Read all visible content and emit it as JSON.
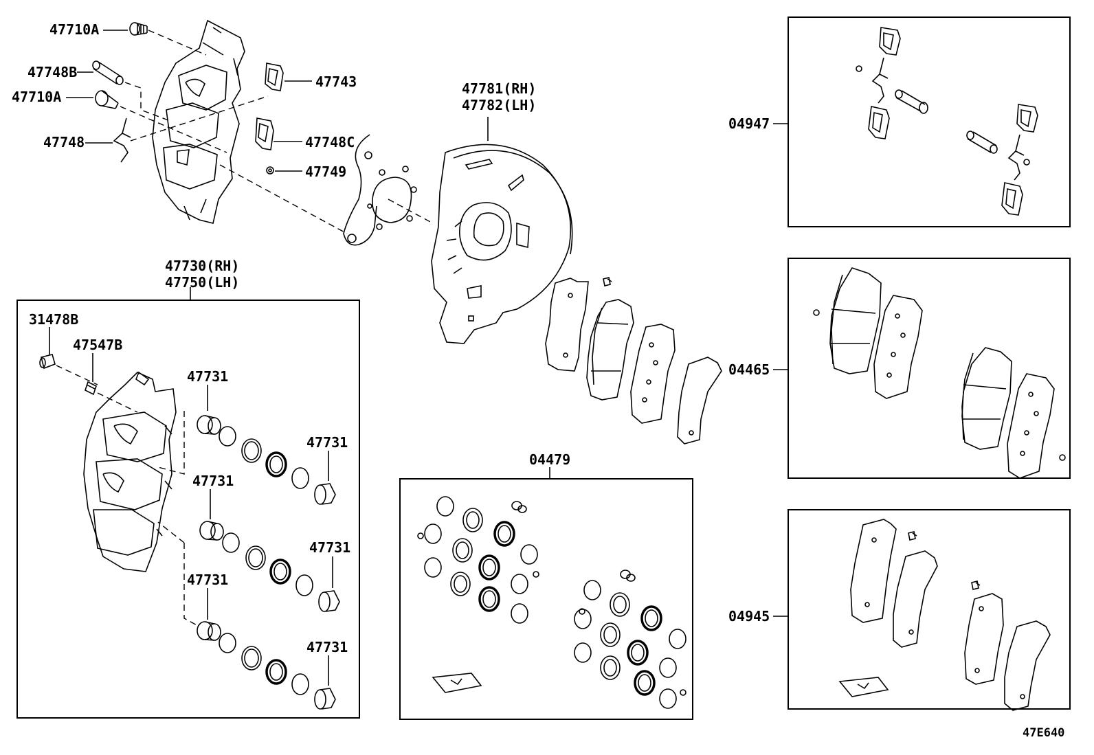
{
  "labels": {
    "bolt_top": "47710A",
    "pin": "47748B",
    "bolt_mid": "47710A",
    "clip": "47748",
    "spring_top": "47743",
    "spring_mid": "47748C",
    "nut": "47749",
    "shield_rh": "47781(RH)",
    "shield_lh": "47782(LH)",
    "caliper_rh": "47730(RH)",
    "caliper_lh": "47750(LH)",
    "cap": "31478B",
    "bleeder": "47547B",
    "piston_1": "47731",
    "piston_2": "47731",
    "piston_3": "47731",
    "piston_4": "47731",
    "piston_5": "47731",
    "piston_6": "47731",
    "seal_kit": "04479",
    "fitting_kit": "04947",
    "pad_kit": "04465",
    "shim_kit": "04945",
    "diagram_code": "47E640"
  },
  "colors": {
    "ink": "#000000",
    "background": "#ffffff"
  }
}
